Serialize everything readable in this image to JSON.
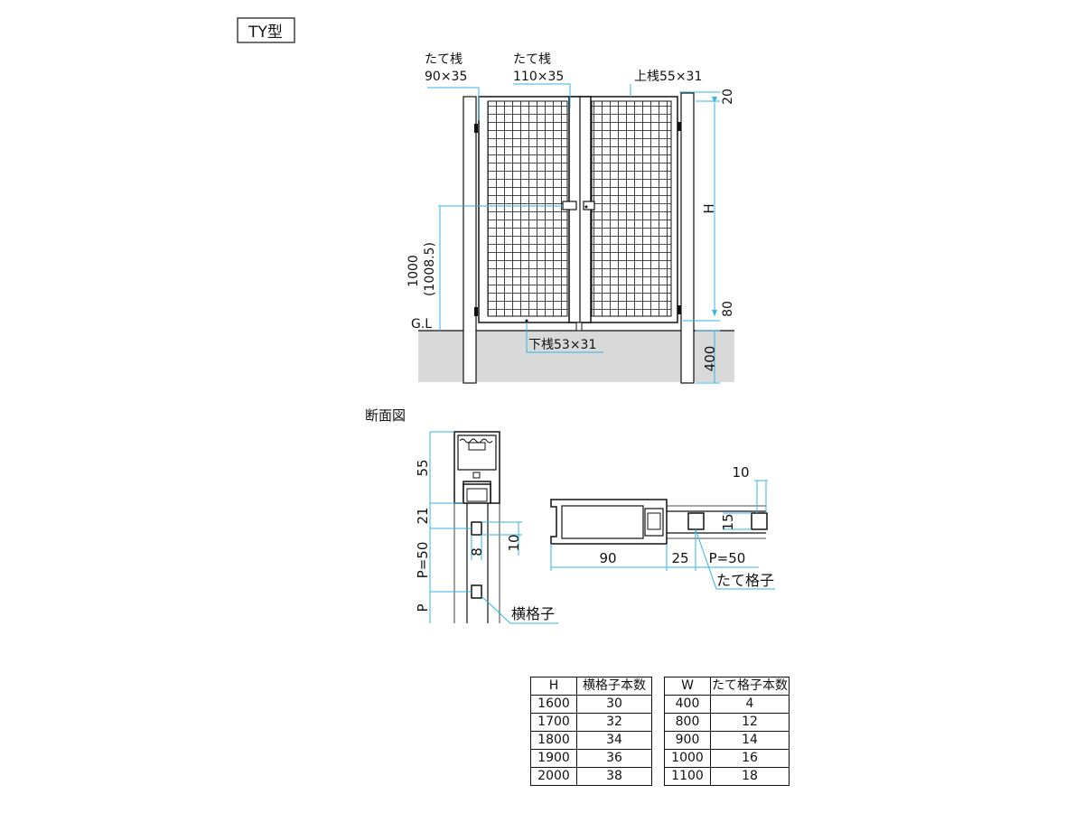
{
  "title": "TY型",
  "front": {
    "post_left_label": [
      "たて桟",
      "90×35"
    ],
    "post_center_label": [
      "たて桟",
      "110×35"
    ],
    "top_rail_label": "上桟55×31",
    "bottom_rail_label": "下桟53×31",
    "gl_label": "G.L",
    "dim_top": "20",
    "dim_height": "H",
    "dim_bottom": "80",
    "dim_embed": "400",
    "dim_handle": [
      "1000",
      "(1008.5)"
    ]
  },
  "section": {
    "heading": "断面図",
    "dims_vertical": [
      "55",
      "21",
      "P=50",
      "P"
    ],
    "dim_8": "8",
    "dim_10_left": "10",
    "dim_10_top": "10",
    "dim_15": "15",
    "dim_90": "90",
    "dim_25": "25",
    "dim_p50": "P=50",
    "label_horizontal_bar": "横格子",
    "label_vertical_bar": "たて格子"
  },
  "table_h": {
    "headers": [
      "H",
      "横格子本数"
    ],
    "rows": [
      [
        "1600",
        "30"
      ],
      [
        "1700",
        "32"
      ],
      [
        "1800",
        "34"
      ],
      [
        "1900",
        "36"
      ],
      [
        "2000",
        "38"
      ]
    ]
  },
  "table_w": {
    "headers": [
      "W",
      "たて格子本数"
    ],
    "rows": [
      [
        "400",
        "4"
      ],
      [
        "800",
        "12"
      ],
      [
        "900",
        "14"
      ],
      [
        "1000",
        "16"
      ],
      [
        "1100",
        "18"
      ]
    ]
  },
  "colors": {
    "dimension": "#33b5e5",
    "ground": "#d9d9d9",
    "line": "#111111"
  }
}
